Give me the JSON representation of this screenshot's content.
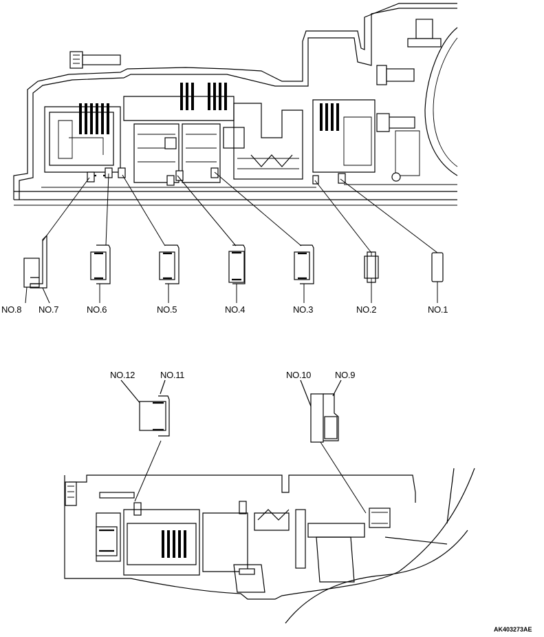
{
  "labels": {
    "no1": "NO.1",
    "no2": "NO.2",
    "no3": "NO.3",
    "no4": "NO.4",
    "no5": "NO.5",
    "no6": "NO.6",
    "no7": "NO.7",
    "no8": "NO.8",
    "no9": "NO.9",
    "no10": "NO.10",
    "no11": "NO.11",
    "no12": "NO.12"
  },
  "figure_code": "AK403273AE",
  "colors": {
    "line": "#000000",
    "background": "#ffffff"
  }
}
